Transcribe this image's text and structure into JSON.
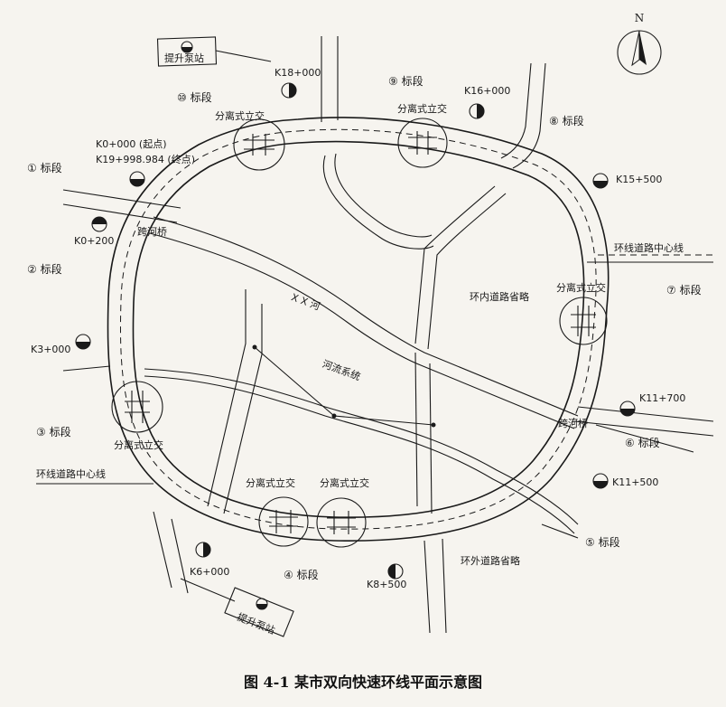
{
  "north": "N",
  "caption": "图 4-1   某市双向快速环线平面示意图",
  "sections": {
    "s1": "① 标段",
    "s2": "② 标段",
    "s3": "③ 标段",
    "s4": "④ 标段",
    "s5": "⑤ 标段",
    "s6": "⑥ 标段",
    "s7": "⑦ 标段",
    "s8": "⑧ 标段",
    "s9": "⑨ 标段",
    "s10": "⑩ 标段"
  },
  "stations": {
    "k0_start": "K0+000 (起点)",
    "k19_end": "K19+998.984 (终点)",
    "k0_200": "K0+200",
    "k3_000": "K3+000",
    "k6_000": "K6+000",
    "k8_500": "K8+500",
    "k11_500": "K11+500",
    "k11_700": "K11+700",
    "k15_500": "K15+500",
    "k16_000": "K16+000",
    "k18_000": "K18+000"
  },
  "labels": {
    "pump_top": "提升泵站",
    "pump_bottom": "提升泵站",
    "interchange_nw": "分离式立交",
    "interchange_n": "分离式立交",
    "interchange_e": "分离式立交",
    "interchange_w": "分离式立交",
    "interchange_s1": "分离式立交",
    "interchange_s2": "分离式立交",
    "bridge_w": "跨河桥",
    "bridge_e": "跨河桥",
    "river": "X X 河",
    "river_system": "河流系统",
    "inner_roads": "环内道路省略",
    "outer_roads": "环外道路省略",
    "centerline_e": "环线道路中心线",
    "centerline_w": "环线道路中心线"
  }
}
